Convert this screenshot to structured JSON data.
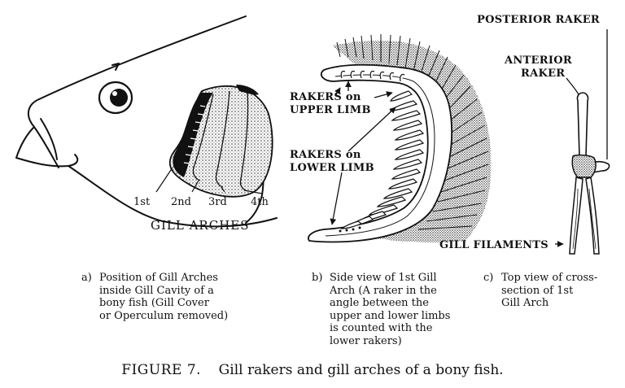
{
  "panel_a": {
    "arch_labels": [
      "1st",
      "2nd",
      "3rd",
      "4th"
    ],
    "title": "GILL ARCHES",
    "caption_key": "a)",
    "caption_lines": [
      "Position of Gill Arches",
      "inside Gill Cavity of a",
      "bony fish (Gill Cover",
      "or Operculum removed)"
    ]
  },
  "panel_b": {
    "upper_label": [
      "RAKERS on",
      "UPPER LIMB"
    ],
    "lower_label": [
      "RAKERS on",
      "LOWER LIMB"
    ],
    "filaments_label": "GILL FILAMENTS",
    "caption_key": "b)",
    "caption_lines": [
      "Side view of 1st Gill",
      "Arch (A raker in the",
      "angle between the",
      "upper and lower limbs",
      "is counted with the",
      "lower rakers)"
    ]
  },
  "panel_c": {
    "posterior_label": "POSTERIOR RAKER",
    "anterior_label": [
      "ANTERIOR",
      "RAKER"
    ],
    "caption_key": "c)",
    "caption_lines": [
      "Top view of cross-",
      "section of 1st",
      "Gill Arch"
    ]
  },
  "figure_caption": {
    "number": "FIGURE 7.",
    "text": "Gill rakers and gill arches of a bony fish."
  }
}
